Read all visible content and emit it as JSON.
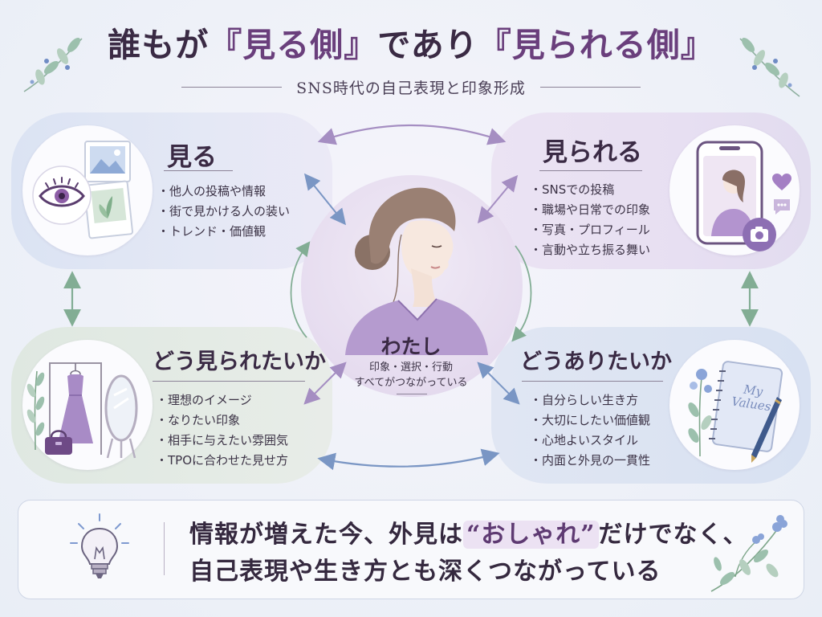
{
  "title": {
    "part1": "誰もが",
    "bracket1": "『見る側』",
    "part2": "であり",
    "bracket2": "『見られる側』"
  },
  "subtitle": "SNS時代の自己表現と印象形成",
  "quadrants": {
    "see": {
      "title": "見る",
      "items": [
        "他人の投稿や情報",
        "街で見かける人の装い",
        "トレンド・価値観"
      ]
    },
    "seen": {
      "title": "見られる",
      "items": [
        "SNSでの投稿",
        "職場や日常での印象",
        "写真・プロフィール",
        "言動や立ち振る舞い"
      ]
    },
    "want": {
      "title": "どう見られたいか",
      "items": [
        "理想のイメージ",
        "なりたい印象",
        "相手に与えたい雰囲気",
        "TPOに合わせた見せ方"
      ]
    },
    "be": {
      "title": "どうありたいか",
      "items": [
        "自分らしい生き方",
        "大切にしたい価値観",
        "心地よいスタイル",
        "内面と外見の一貫性"
      ]
    }
  },
  "center": {
    "name": "わたし",
    "line1": "印象・選択・行動",
    "line2": "すべてがつながっている"
  },
  "notebook": {
    "line1": "My",
    "line2": "Values"
  },
  "banner": {
    "line1_pre": "情報が増えた今、外見は",
    "line1_quoted": "“おしゃれ”",
    "line1_post": "だけでなく、",
    "line2": "自己表現や生き方とも深くつながっている"
  },
  "colors": {
    "accent_purple": "#6a3f7c",
    "see_blue": "#dbe3f3",
    "seen_lavender": "#e7dff2",
    "want_green": "#dfe8e1",
    "be_blue": "#dbe3f2",
    "arrow_purple": "#a58ec2",
    "arrow_blue": "#7a96c4",
    "arrow_green": "#82ad94"
  },
  "icons": [
    "eye-icon",
    "picture-icon",
    "smartphone-icon",
    "heart-icon",
    "chat-icon",
    "camera-icon",
    "dress-icon",
    "mirror-icon",
    "handbag-icon",
    "notebook-icon",
    "pen-icon",
    "lightbulb-icon",
    "leaf-sprig-icon",
    "flower-icon"
  ]
}
